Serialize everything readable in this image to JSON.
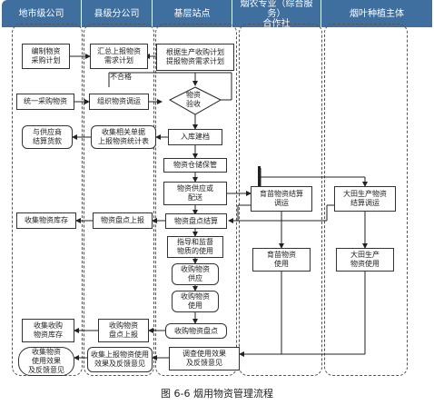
{
  "headers": [
    "地市级公司",
    "县级分公司",
    "基层站点",
    "烟农专业（综合服务）\n合作社",
    "烟叶种植主体"
  ],
  "caption": "图 6-6   烟用物资管理流程",
  "col1": {
    "plan": "编制物资\n采购计划",
    "purchase": "统一采购物资",
    "settle": "与供应商\n结算货款",
    "stock": "收集物资库存",
    "inventory": "收集收购\n物资库存",
    "feedback": "收集物资\n使用效果\n及反馈意见"
  },
  "col2": {
    "summary": "汇总上报物资\n需求计划",
    "reject_label": "不合格",
    "organize": "组织物资调运",
    "collect": "收集相关单据\n上报物资统计表",
    "report": "物资盘点上报",
    "acq_check": "收购物资\n盘点上报",
    "fb_report": "收集上报物资使用\n效果及反馈意见"
  },
  "col3": {
    "demand": "根据生产收购计划\n提报物资需求计划",
    "accept": "物资\n验收",
    "store_in": "入库建档",
    "warehouse": "物资仓储保管",
    "supply": "物资供应或\n配送",
    "settle": "物资盘点结算",
    "supervise": "指导和监督\n物质的使用",
    "acq_supply": "收购物资\n供应",
    "acq_use": "收购物资\n使用",
    "acq_check": "收购物资盘点",
    "survey": "调查使用效果\n及反馈意见"
  },
  "col4": {
    "seedling_settle": "育苗物资结算\n调运",
    "seedling_use": "育苗物资\n使用"
  },
  "col5": {
    "field_settle": "大田生产物资\n结算调运",
    "field_use": "大田生产\n物资使用"
  }
}
